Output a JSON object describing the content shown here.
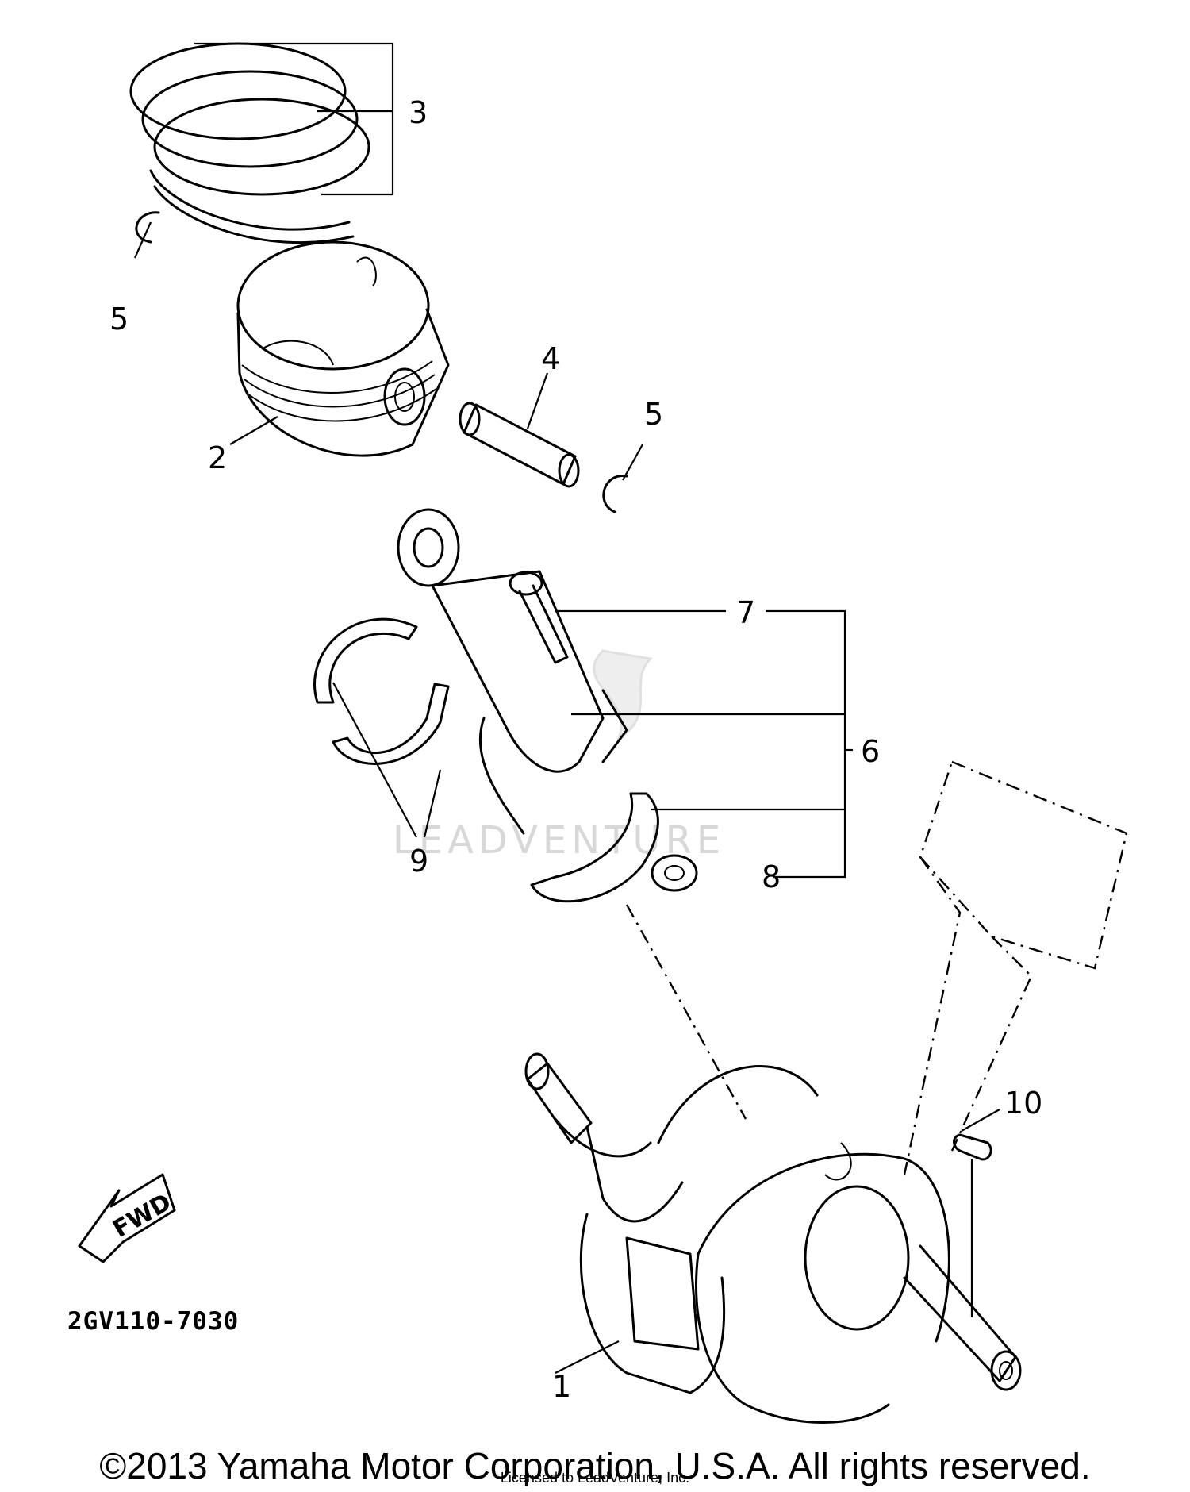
{
  "diagram": {
    "watermark": "LEADVENTURE",
    "fwd_label": "FWD",
    "diagram_code": "2GV110-7030",
    "callouts": {
      "c1": "1",
      "c2": "2",
      "c3": "3",
      "c4": "4",
      "c5a": "5",
      "c5b": "5",
      "c6": "6",
      "c7": "7",
      "c8": "8",
      "c9": "9",
      "c10": "10"
    }
  },
  "footer": {
    "copyright": "©2013 Yamaha Motor Corporation, U.S.A. All rights reserved.",
    "licensed": "Licensed to LeadVenture, Inc."
  }
}
